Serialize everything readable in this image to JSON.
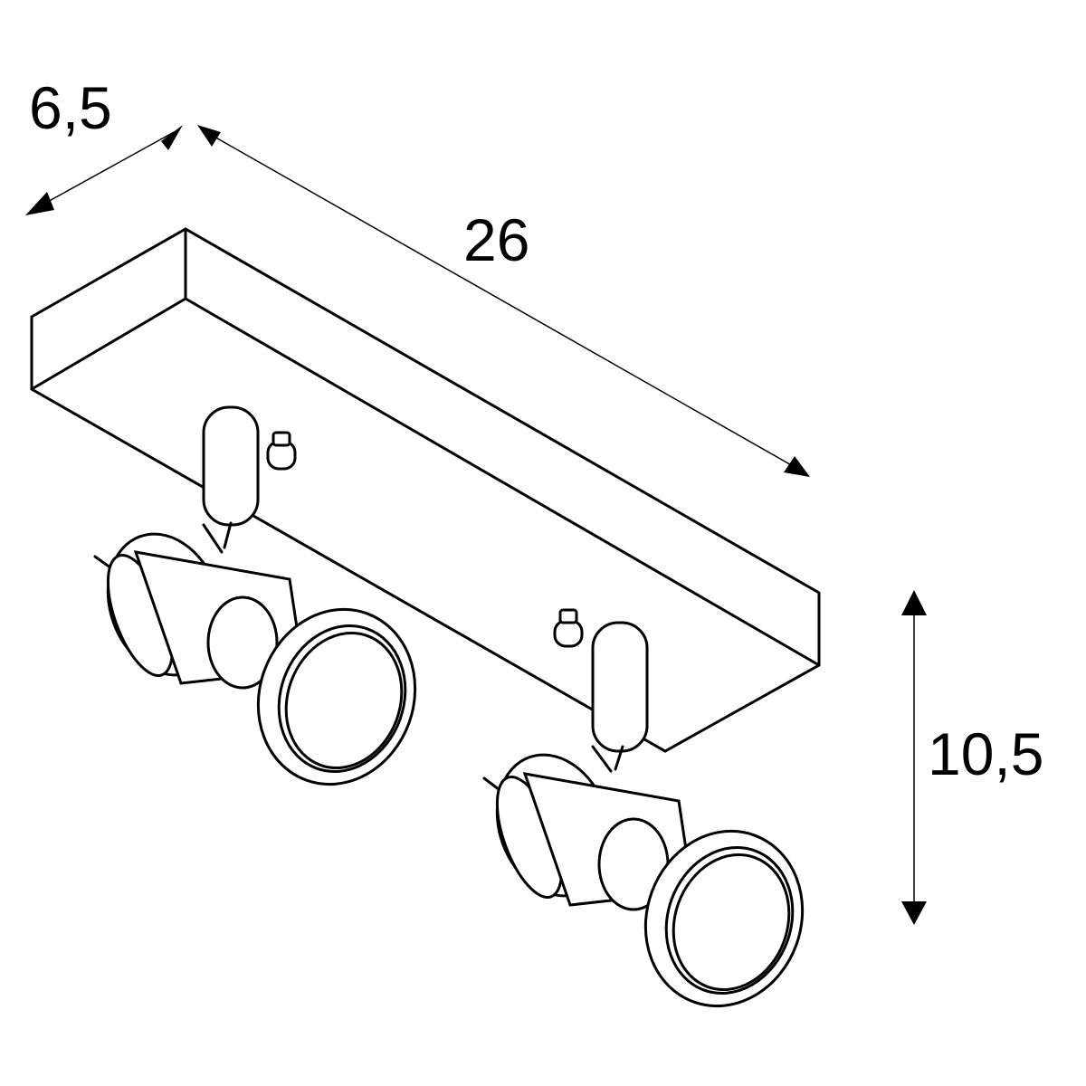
{
  "dimensions": {
    "depth": "6,5",
    "length": "26",
    "height": "10,5"
  }
}
